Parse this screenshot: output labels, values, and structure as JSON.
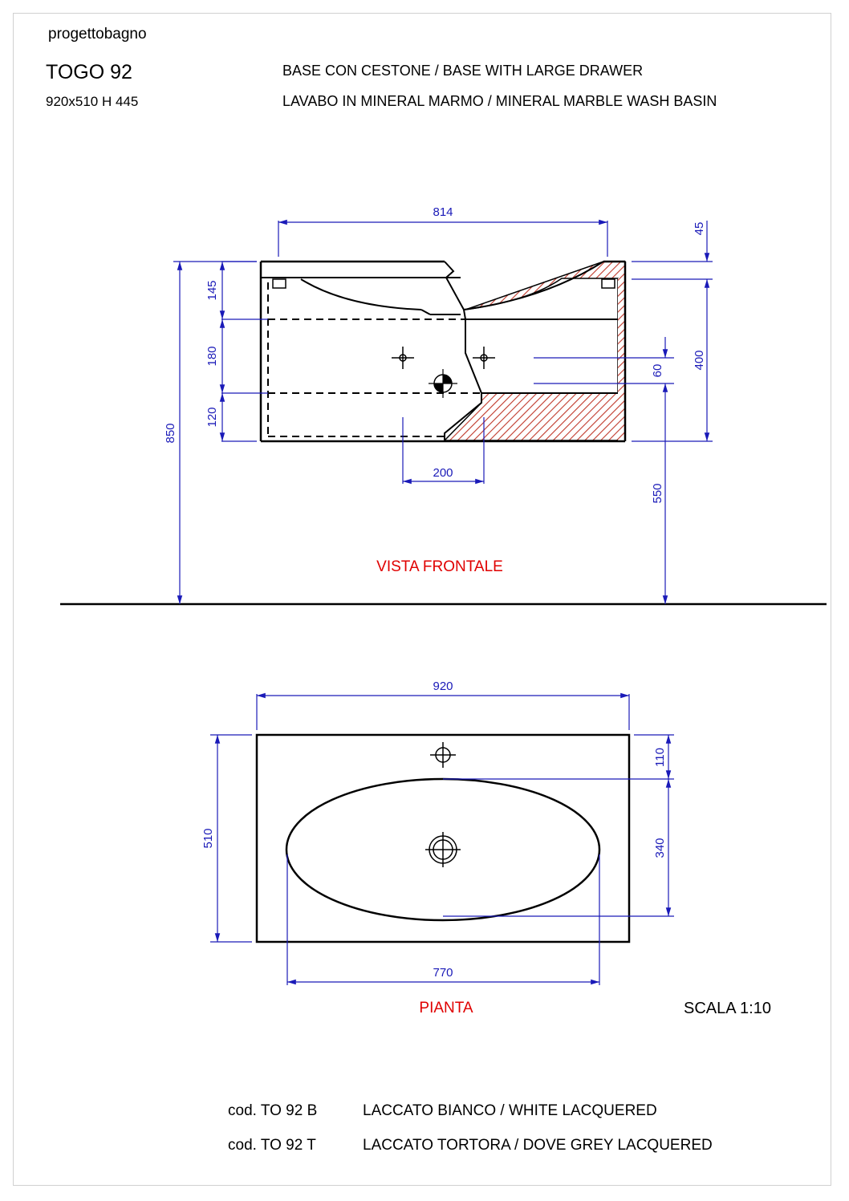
{
  "header": {
    "brand": "progettobagno",
    "model": "TOGO 92",
    "size": "920x510 H 445",
    "description_1": "BASE CON CESTONE / BASE WITH LARGE DRAWER",
    "description_2": "LAVABO IN MINERAL MARMO / MINERAL MARBLE WASH BASIN"
  },
  "front_view": {
    "label": "VISTA FRONTALE",
    "dims": {
      "width_814": "814",
      "top_45": "45",
      "h_145": "145",
      "h_180": "180",
      "h_120": "120",
      "total_850": "850",
      "holes_200": "200",
      "drain_60": "60",
      "height_400": "400",
      "floor_550": "550"
    }
  },
  "plan_view": {
    "label": "PIANTA",
    "dims": {
      "width_920": "920",
      "depth_510": "510",
      "tap_110": "110",
      "basin_340": "340",
      "basin_770": "770"
    }
  },
  "scale": "SCALA 1:10",
  "codes": [
    {
      "code": "cod. TO 92 B",
      "finish": "LACCATO BIANCO / WHITE LACQUERED"
    },
    {
      "code": "cod. TO 92 T",
      "finish": "LACCATO TORTORA / DOVE GREY LACQUERED"
    }
  ],
  "colors": {
    "dimension": "#1a1ab8",
    "view_label": "#e00000",
    "hatch": "#c0392b"
  }
}
